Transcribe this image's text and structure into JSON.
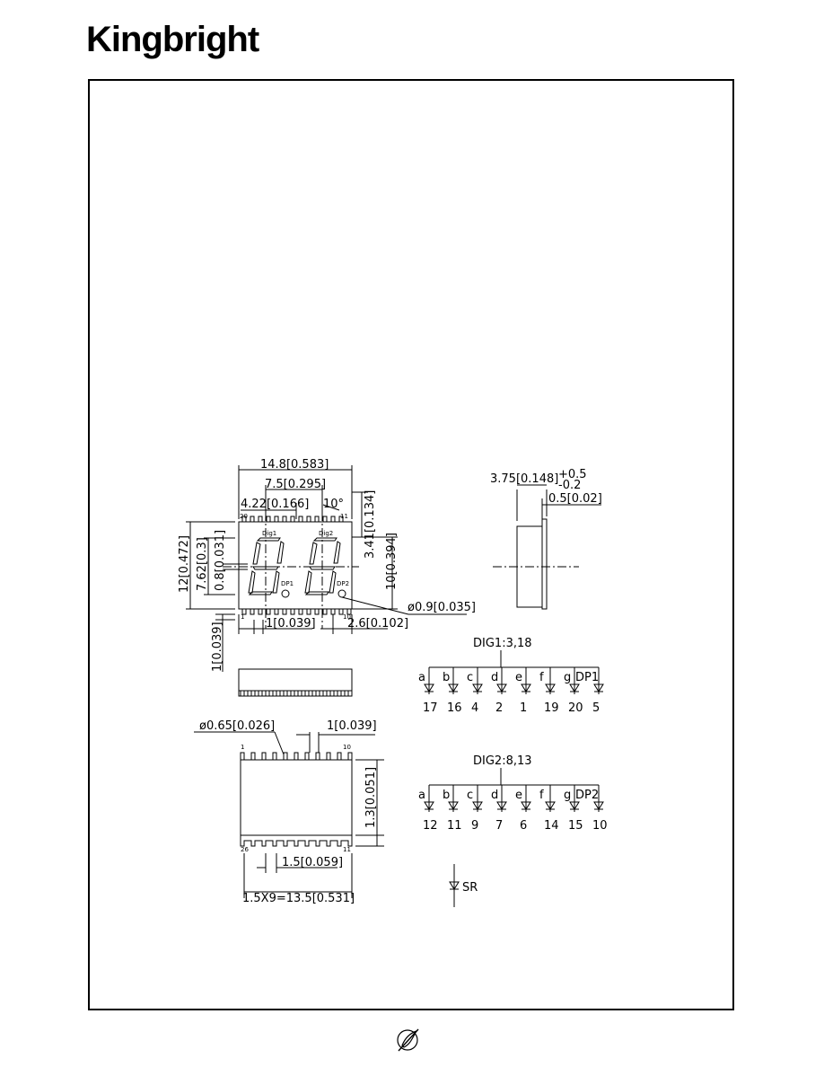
{
  "header": {
    "brand": "Kingbright"
  },
  "dims": {
    "width": "14.8[0.583]",
    "pitch": "7.5[0.295]",
    "seg_offset": "4.22[0.166]",
    "angle": "10°",
    "top_gap": "3.41[0.134]",
    "height": "12[0.472]",
    "digit_h": "7.62[0.3]",
    "seg_w": "0.8[0.031]",
    "char_h": "10[0.394]",
    "dot_dia": "ø0.9[0.035]",
    "pin_gap": "1[0.039]",
    "end_gap": "2.6[0.102]",
    "lead_len": "1[0.039]",
    "thickness": "3.75[0.148]",
    "tol_plus": "+0.5",
    "tol_minus": "-0.2",
    "lead_thk": "0.5[0.02]",
    "hole_dia": "ø0.65[0.026]",
    "notch_w": "1[0.039]",
    "lead_h": "1.3[0.051]",
    "pin_pitch": "1.5[0.059]",
    "pin_span": "1.5X9=13.5[0.531]"
  },
  "pins": {
    "p1": "1",
    "p10": "10",
    "p11": "11",
    "p20": "20",
    "p26": "26"
  },
  "labels": {
    "dig1": "Dig1",
    "dig2": "Dig2",
    "dp1": "DP1",
    "dp2": "DP2"
  },
  "segments": [
    "a",
    "b",
    "c",
    "d",
    "e",
    "f",
    "g"
  ],
  "circuit1": {
    "title": "DIG1:3,18",
    "labels": [
      "a",
      "b",
      "c",
      "d",
      "e",
      "f",
      "g",
      "DP1"
    ],
    "pins": [
      "17",
      "16",
      "4",
      "2",
      "1",
      "19",
      "20",
      "5"
    ]
  },
  "circuit2": {
    "title": "DIG2:8,13",
    "labels": [
      "a",
      "b",
      "c",
      "d",
      "e",
      "f",
      "g",
      "DP2"
    ],
    "pins": [
      "12",
      "11",
      "9",
      "7",
      "6",
      "14",
      "15",
      "10"
    ]
  },
  "legend": {
    "sr": "SR"
  }
}
